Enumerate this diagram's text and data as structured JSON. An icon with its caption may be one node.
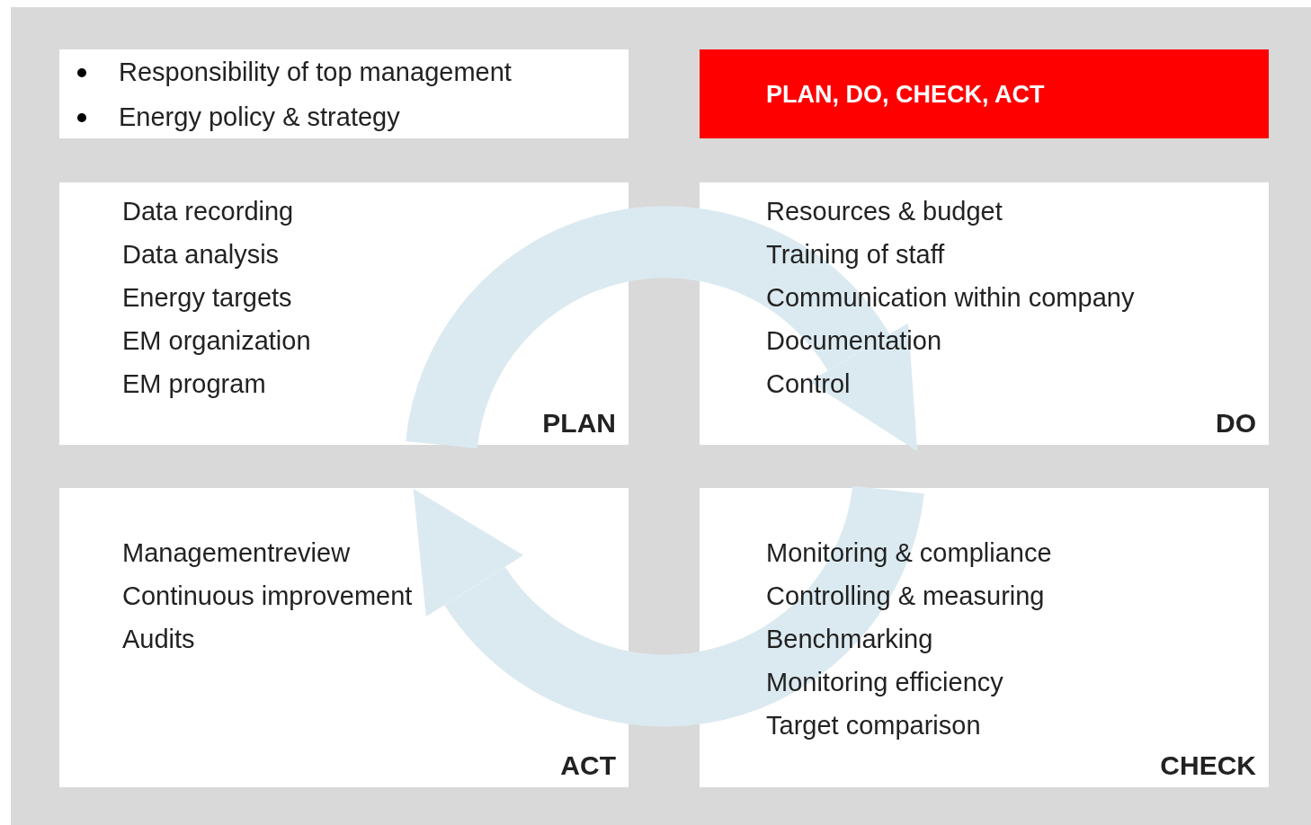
{
  "diagram": {
    "nodes": [
      {
        "text": [
          "Responsibility of top management",
          "Energy policy & strategy"
        ]
      },
      {
        "text": [
          "PLAN, DO, CHECK, ACT"
        ]
      },
      {
        "text": [
          "Data recording",
          "Data analysis",
          "Energy targets",
          "EM organization",
          "EM program",
          "PLAN"
        ]
      },
      {
        "text": [
          "Resources & budget",
          "Training of staff",
          "Communication within company",
          "Documentation",
          "Control",
          "DO"
        ]
      },
      {
        "text": [
          "Managementreview",
          "Continuous improvement",
          "Audits",
          "ACT"
        ]
      },
      {
        "text": [
          "Monitoring & compliance",
          "Controlling & measuring",
          "Benchmarking",
          "Monitoring efficiency",
          "Target comparison",
          "CHECK"
        ]
      }
    ],
    "edges": [
      {
        "from": 2,
        "to": 3,
        "arrow": "to",
        "color": "#dbeaf0"
      },
      {
        "from": 5,
        "to": 4,
        "arrow": "to",
        "color": "#dbeaf0"
      }
    ]
  }
}
